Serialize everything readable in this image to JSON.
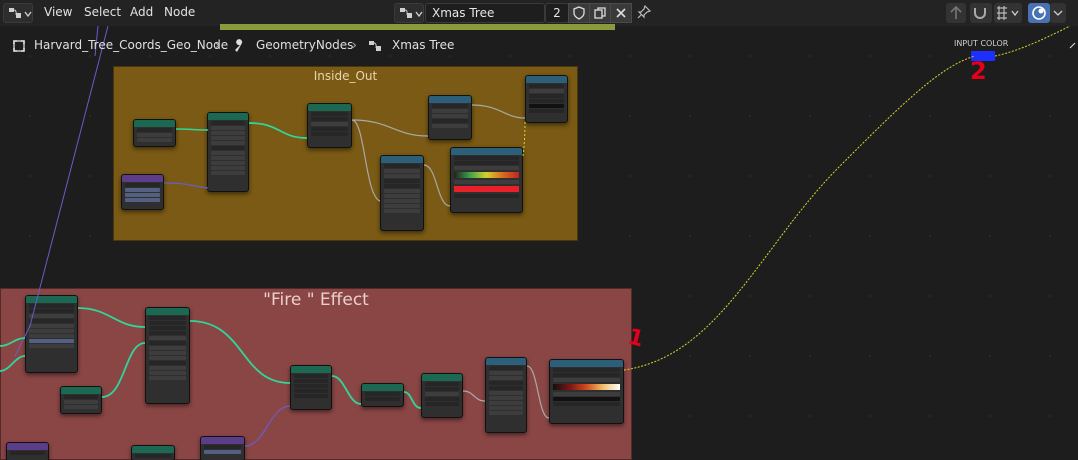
{
  "menu": {
    "view": "View",
    "select": "Select",
    "add": "Add",
    "node": "Node"
  },
  "datablock": {
    "name": "Xmas Tree",
    "users": "2"
  },
  "breadcrumb": {
    "object": "Harvard_Tree_Coords_Geo_Node",
    "modifier": "GeometryNodes",
    "nodegroup": "Xmas Tree"
  },
  "frames": {
    "inside_out": "Inside_Out",
    "fire_effect": "\"Fire \" Effect"
  },
  "reroute_label": "INPUT COLOR",
  "annotations": {
    "one": "1",
    "two": "2"
  },
  "colors": {
    "inside_out_frame": "#7a5a14",
    "fire_frame": "#8a4645",
    "link_green": "#2fd69a",
    "link_yellow": "#d6d633",
    "link_purple": "#6a5cc9",
    "link_gray": "#a9a9a9",
    "annotation_red": "#e4001a",
    "blue_reroute": "#1c2fff"
  },
  "icons": {
    "editor_type": "node-editor-icon",
    "pin": "pin-icon",
    "shield": "fake-user-shield-icon",
    "duplicate": "duplicate-icon",
    "close": "close-icon",
    "wrench": "wrench-icon",
    "node_tree": "node-tree-icon",
    "object": "object-icon"
  }
}
